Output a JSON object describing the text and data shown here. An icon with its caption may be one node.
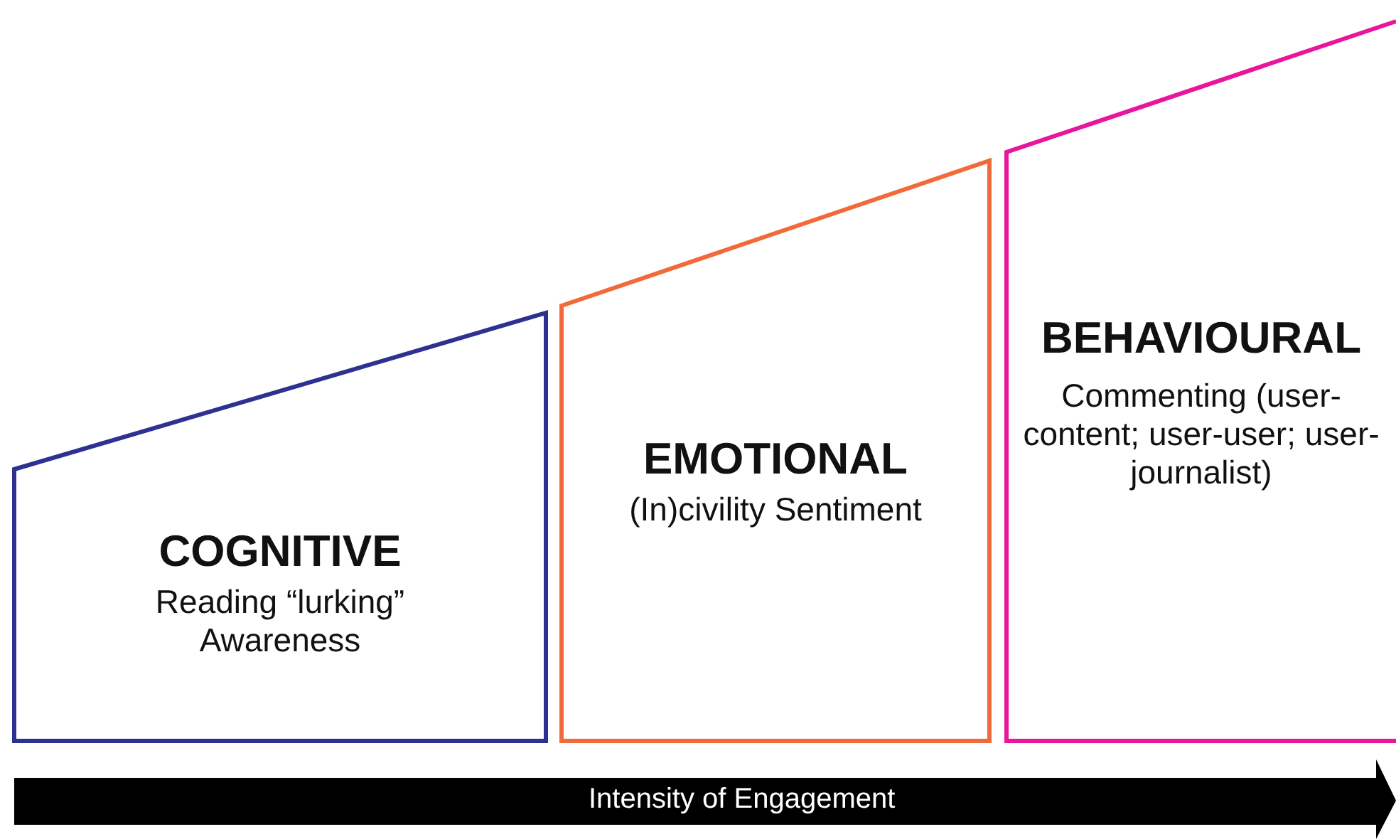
{
  "diagram": {
    "nodes": [
      {
        "text": [
          "COGNITIVE",
          "Reading “lurking” Awareness"
        ]
      },
      {
        "text": [
          "EMOTIONAL",
          "(In)civility Sentiment"
        ]
      },
      {
        "text": [
          "BEHAVIOURAL",
          "Commenting (user-content; user-user; user-journalist)"
        ]
      }
    ],
    "edges": [],
    "labels": [
      "Intensity of Engagement"
    ]
  }
}
